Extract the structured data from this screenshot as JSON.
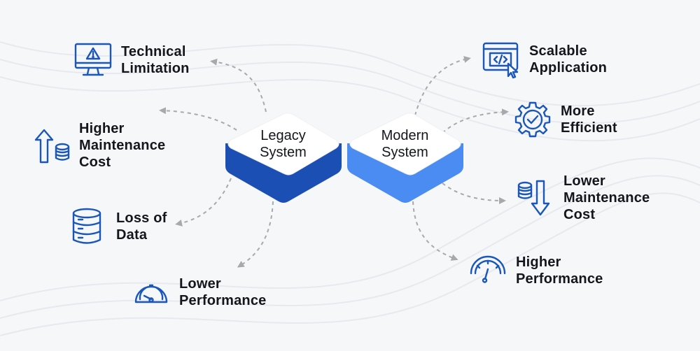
{
  "colors": {
    "icon_stroke": "#1b57b8",
    "connector": "#a7a9ad",
    "legacy_side": "#1b4fb4",
    "modern_side": "#4a8cf2",
    "tile_top": "#ffffff"
  },
  "center": {
    "legacy": {
      "label": "Legacy\nSystem"
    },
    "modern": {
      "label": "Modern\nSystem"
    }
  },
  "legacy_items": [
    {
      "label": "Technical\nLimitation",
      "icon": "monitor-warning-icon"
    },
    {
      "label": "Higher\nMaintenance\nCost",
      "icon": "arrow-up-coins-icon"
    },
    {
      "label": "Loss of\nData",
      "icon": "database-icon"
    },
    {
      "label": "Lower\nPerformance",
      "icon": "speedometer-low-icon"
    }
  ],
  "modern_items": [
    {
      "label": "Scalable\nApplication",
      "icon": "code-window-cursor-icon"
    },
    {
      "label": "More\nEfficient",
      "icon": "gear-check-icon"
    },
    {
      "label": "Lower\nMaintenance\nCost",
      "icon": "coins-arrow-down-icon"
    },
    {
      "label": "Higher\nPerformance",
      "icon": "speedometer-high-icon"
    }
  ]
}
